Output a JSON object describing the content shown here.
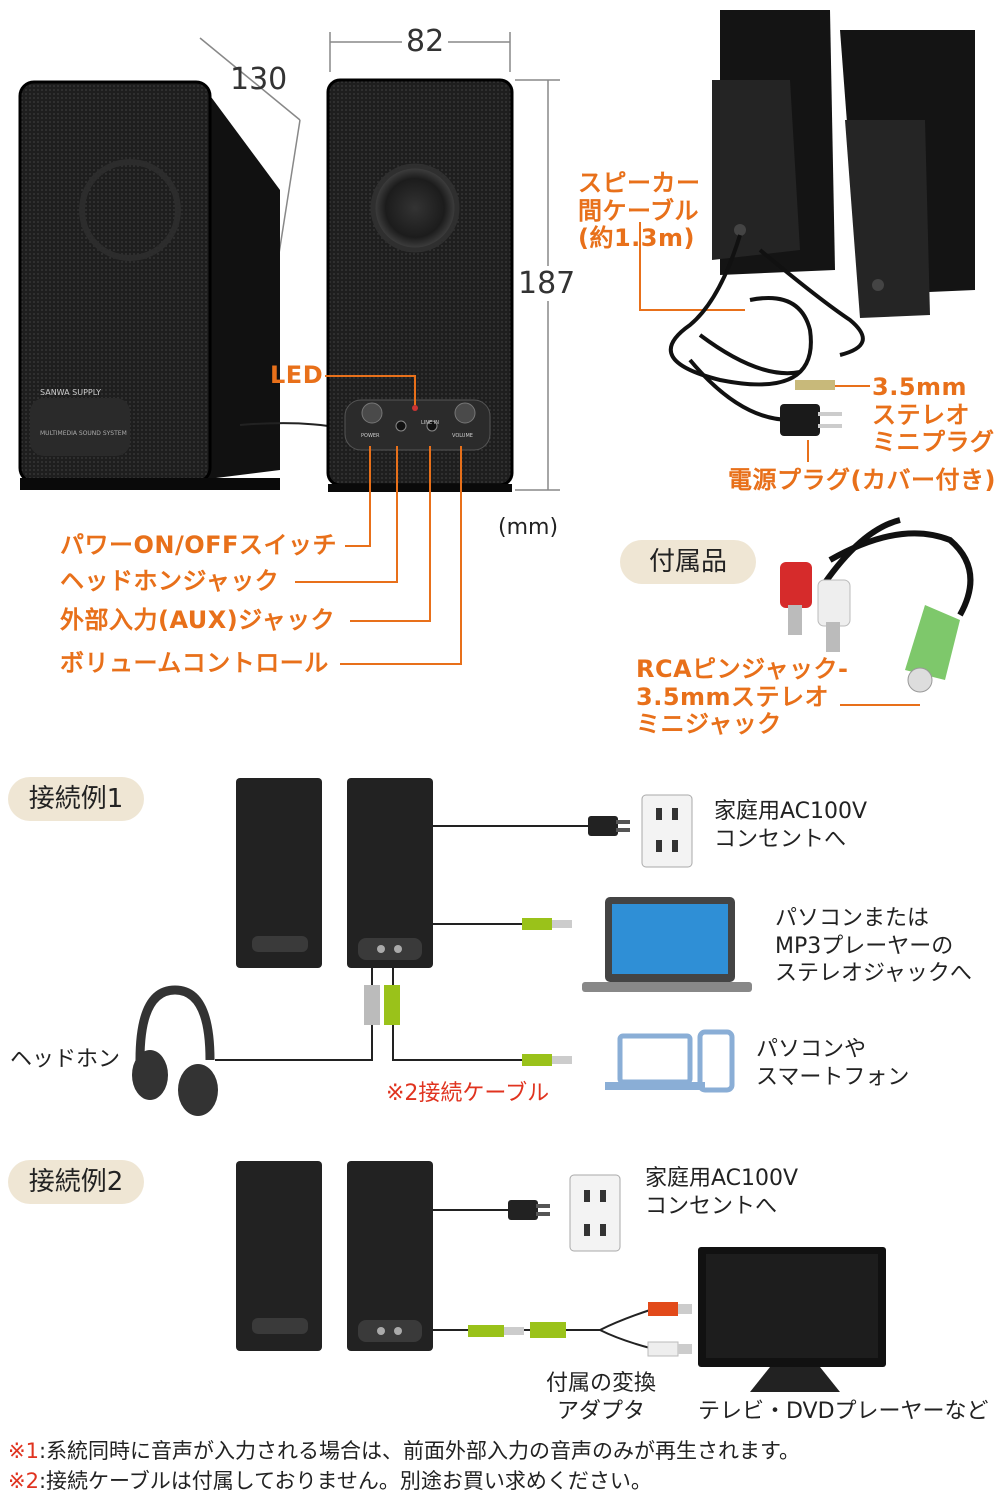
{
  "dimensions": {
    "depth": "130",
    "width": "82",
    "height": "187",
    "unit": "(mm)"
  },
  "front_labels": {
    "led": "LED",
    "power": "パワーON/OFFスイッチ",
    "headphone": "ヘッドホンジャック",
    "aux": "外部入力(AUX)ジャック",
    "volume": "ボリュームコントロール"
  },
  "speaker_panel": {
    "brand": "SANWA SUPPLY",
    "model": "MULTIMEDIA SOUND SYSTEM",
    "power": "POWER",
    "line_in": "LINE IN",
    "volume": "VOLUME"
  },
  "cable_labels": {
    "inter_cable": [
      "スピーカー",
      "間ケーブル",
      "(約1.3m)"
    ],
    "stereo_plug": [
      "3.5mm",
      "ステレオ",
      "ミニプラグ"
    ],
    "power_plug": "電源プラグ(カバー付き)"
  },
  "accessory": {
    "badge": "付属品",
    "label": [
      "RCAピンジャック-",
      "3.5mmステレオ",
      "ミニジャック"
    ]
  },
  "example1": {
    "badge": "接続例1",
    "outlet": [
      "家庭用AC100V",
      "コンセントへ"
    ],
    "pc_mp3": [
      "パソコンまたは",
      "MP3プレーヤーの",
      "ステレオジャックへ"
    ],
    "headphone": "ヘッドホン",
    "cable_note": "※2接続ケーブル",
    "pc_phone": [
      "パソコンや",
      "スマートフォン"
    ]
  },
  "example2": {
    "badge": "接続例2",
    "outlet": [
      "家庭用AC100V",
      "コンセントへ"
    ],
    "adapter": [
      "付属の変換",
      "アダプタ"
    ],
    "tv": "テレビ・DVDプレーヤーなど"
  },
  "notes": [
    {
      "mark": "※1",
      "text": ":系統同時に音声が入力される場合は、前面外部入力の音声のみが再生されます。"
    },
    {
      "mark": "※2",
      "text": ":接続ケーブルは付属しておりません。別途お買い求めください。"
    }
  ],
  "colors": {
    "accent": "#e8701a",
    "red": "#e0331f",
    "badge": "#efe6d4",
    "speaker": "#1c1c1c",
    "green_plug": "#9ac21a"
  }
}
